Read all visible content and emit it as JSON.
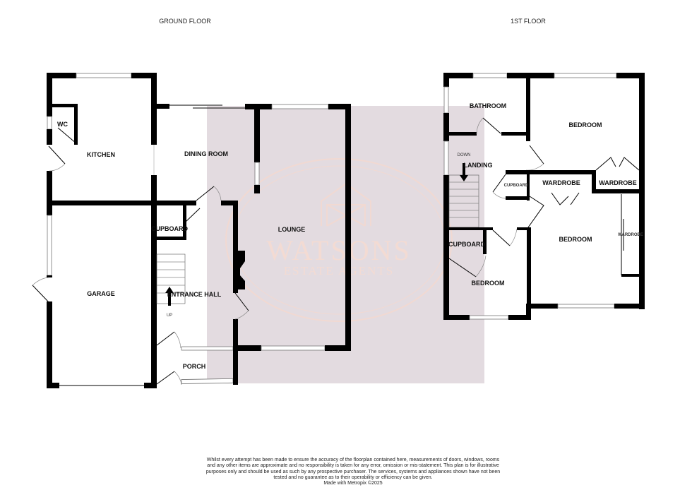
{
  "floors": {
    "ground": {
      "title": "GROUND FLOOR",
      "rooms": {
        "wc": "WC",
        "kitchen": "KITCHEN",
        "dining": "DINING ROOM",
        "lounge": "LOUNGE",
        "cupboard": "CUPBOARD",
        "garage": "GARAGE",
        "hall": "ENTRANCE HALL",
        "porch": "PORCH",
        "up": "UP"
      }
    },
    "first": {
      "title": "1ST FLOOR",
      "rooms": {
        "bathroom": "BATHROOM",
        "bedroom1": "BEDROOM",
        "down": "DOWN",
        "landing": "LANDING",
        "cupboard_landing": "CUPBOARD",
        "wardrobe1": "WARDROBE",
        "wardrobe2": "WARDROBE",
        "bedroom2": "BEDROOM",
        "wardrobe3": "WARDROBE",
        "cupboard_bed": "CUPBOARD",
        "bedroom3": "BEDROOM"
      }
    }
  },
  "watermark": {
    "line1": "WATSONS",
    "line2": "ESTATE AGENTS",
    "color": "#e3dbe0"
  },
  "disclaimer": {
    "text": "Whilst every attempt has been made to ensure the accuracy of the floorplan contained here, measurements of doors, windows, rooms and any other items are approximate and no responsibility is taken for any error, omission or mis-statement. This plan is for illustrative purposes only and should be used as such by any prospective purchaser. The services, systems and appliances shown have not been tested and no guarantee as to their operability or efficiency can be given.",
    "credit": "Made with Metropix ©2025"
  }
}
